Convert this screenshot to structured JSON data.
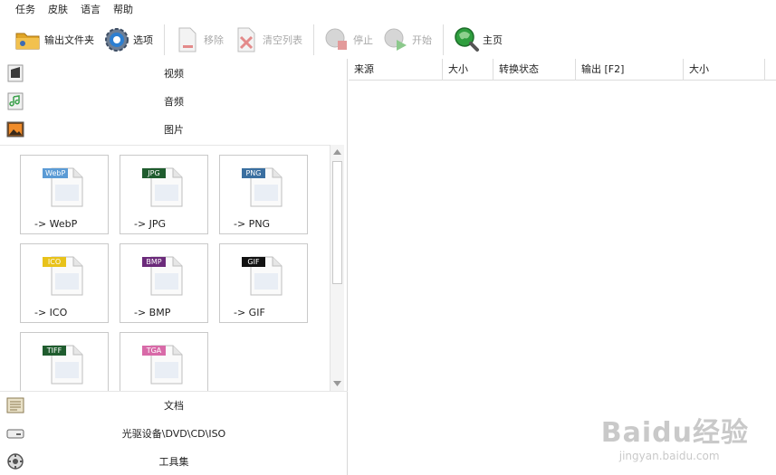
{
  "menu": [
    "任务",
    "皮肤",
    "语言",
    "帮助"
  ],
  "toolbar": {
    "output_folder": "输出文件夹",
    "options": "选项",
    "remove": "移除",
    "clear_list": "清空列表",
    "stop": "停止",
    "start": "开始",
    "home": "主页"
  },
  "categories": {
    "video": "视频",
    "audio": "音频",
    "image": "图片",
    "document": "文档",
    "optical": "光驱设备\\DVD\\CD\\ISO",
    "toolset": "工具集"
  },
  "tiles": [
    {
      "badge": "WebP",
      "label": "-> WebP",
      "color": "#5b9bd5"
    },
    {
      "badge": "JPG",
      "label": "-> JPG",
      "color": "#1f5c2e"
    },
    {
      "badge": "PNG",
      "label": "-> PNG",
      "color": "#3a6fa0"
    },
    {
      "badge": "ICO",
      "label": "-> ICO",
      "color": "#e8c21a"
    },
    {
      "badge": "BMP",
      "label": "-> BMP",
      "color": "#6b2a7a"
    },
    {
      "badge": "GIF",
      "label": "-> GIF",
      "color": "#111111"
    },
    {
      "badge": "TIFF",
      "label": "",
      "color": "#1f5c2e"
    },
    {
      "badge": "TGA",
      "label": "",
      "color": "#d86aa8"
    }
  ],
  "table": {
    "columns": [
      "来源",
      "大小",
      "转换状态",
      "输出 [F2]",
      "大小"
    ]
  },
  "watermark": {
    "logo": "Baidu经验",
    "sub": "jingyan.baidu.com"
  }
}
